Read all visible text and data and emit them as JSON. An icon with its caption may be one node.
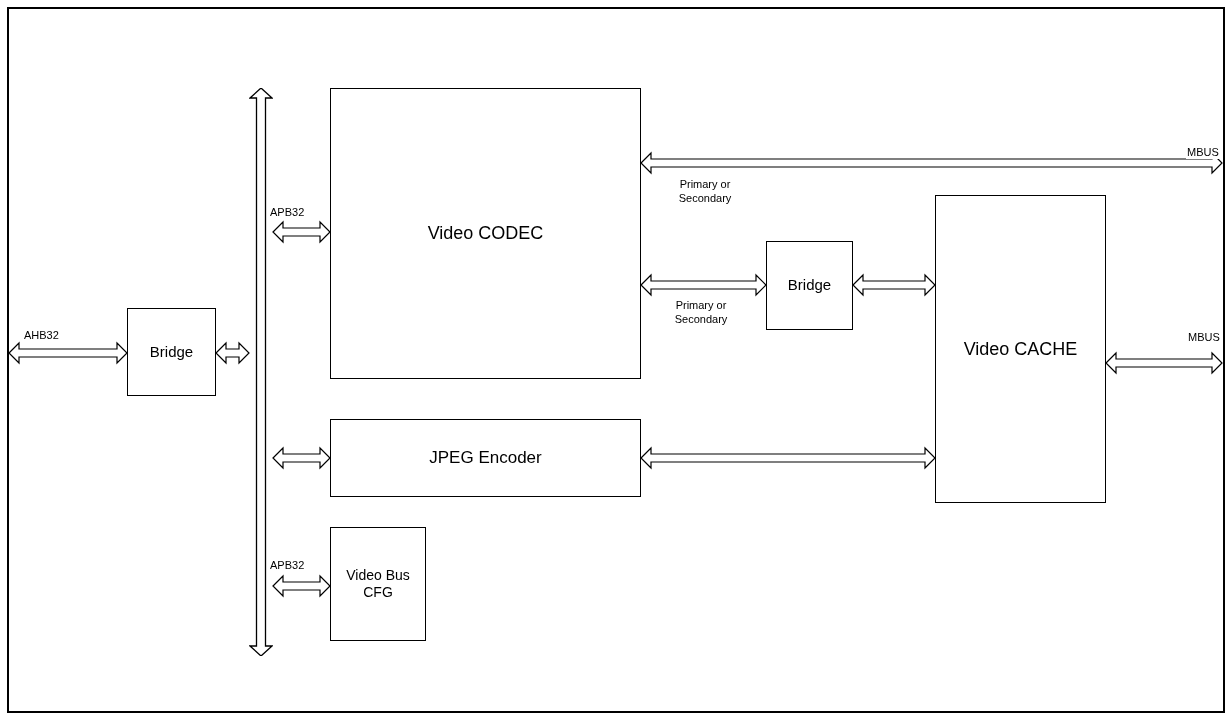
{
  "diagram": {
    "nodes": [
      {
        "text": [
          "Bridge"
        ]
      },
      {
        "text": [],
        "shape": "bar"
      },
      {
        "text": [
          "Video CODEC"
        ]
      },
      {
        "text": [
          "JPEG Encoder"
        ]
      },
      {
        "text": [
          "Video Bus CFG"
        ]
      },
      {
        "text": [
          "Bridge"
        ]
      },
      {
        "text": [
          "Video CACHE"
        ]
      }
    ],
    "edges": [
      {
        "from": null,
        "to": 0,
        "arrow": "both",
        "label": "AHB32"
      },
      {
        "from": 0,
        "to": 1,
        "arrow": "both"
      },
      {
        "from": 1,
        "to": 2,
        "arrow": "both",
        "label": "APB32"
      },
      {
        "from": 1,
        "to": 3,
        "arrow": "both"
      },
      {
        "from": 1,
        "to": 4,
        "arrow": "both",
        "label": "APB32"
      },
      {
        "from": 2,
        "to": null,
        "arrow": "both"
      },
      {
        "from": 2,
        "to": 5,
        "arrow": "both",
        "label": "Primary or Secondary"
      },
      {
        "from": 5,
        "to": 6,
        "arrow": "both"
      },
      {
        "from": 3,
        "to": 6,
        "arrow": "both"
      },
      {
        "from": 6,
        "to": null,
        "arrow": "both",
        "label": "MBUS"
      }
    ],
    "labels": [
      "MBUS",
      "Primary or Secondary"
    ]
  }
}
